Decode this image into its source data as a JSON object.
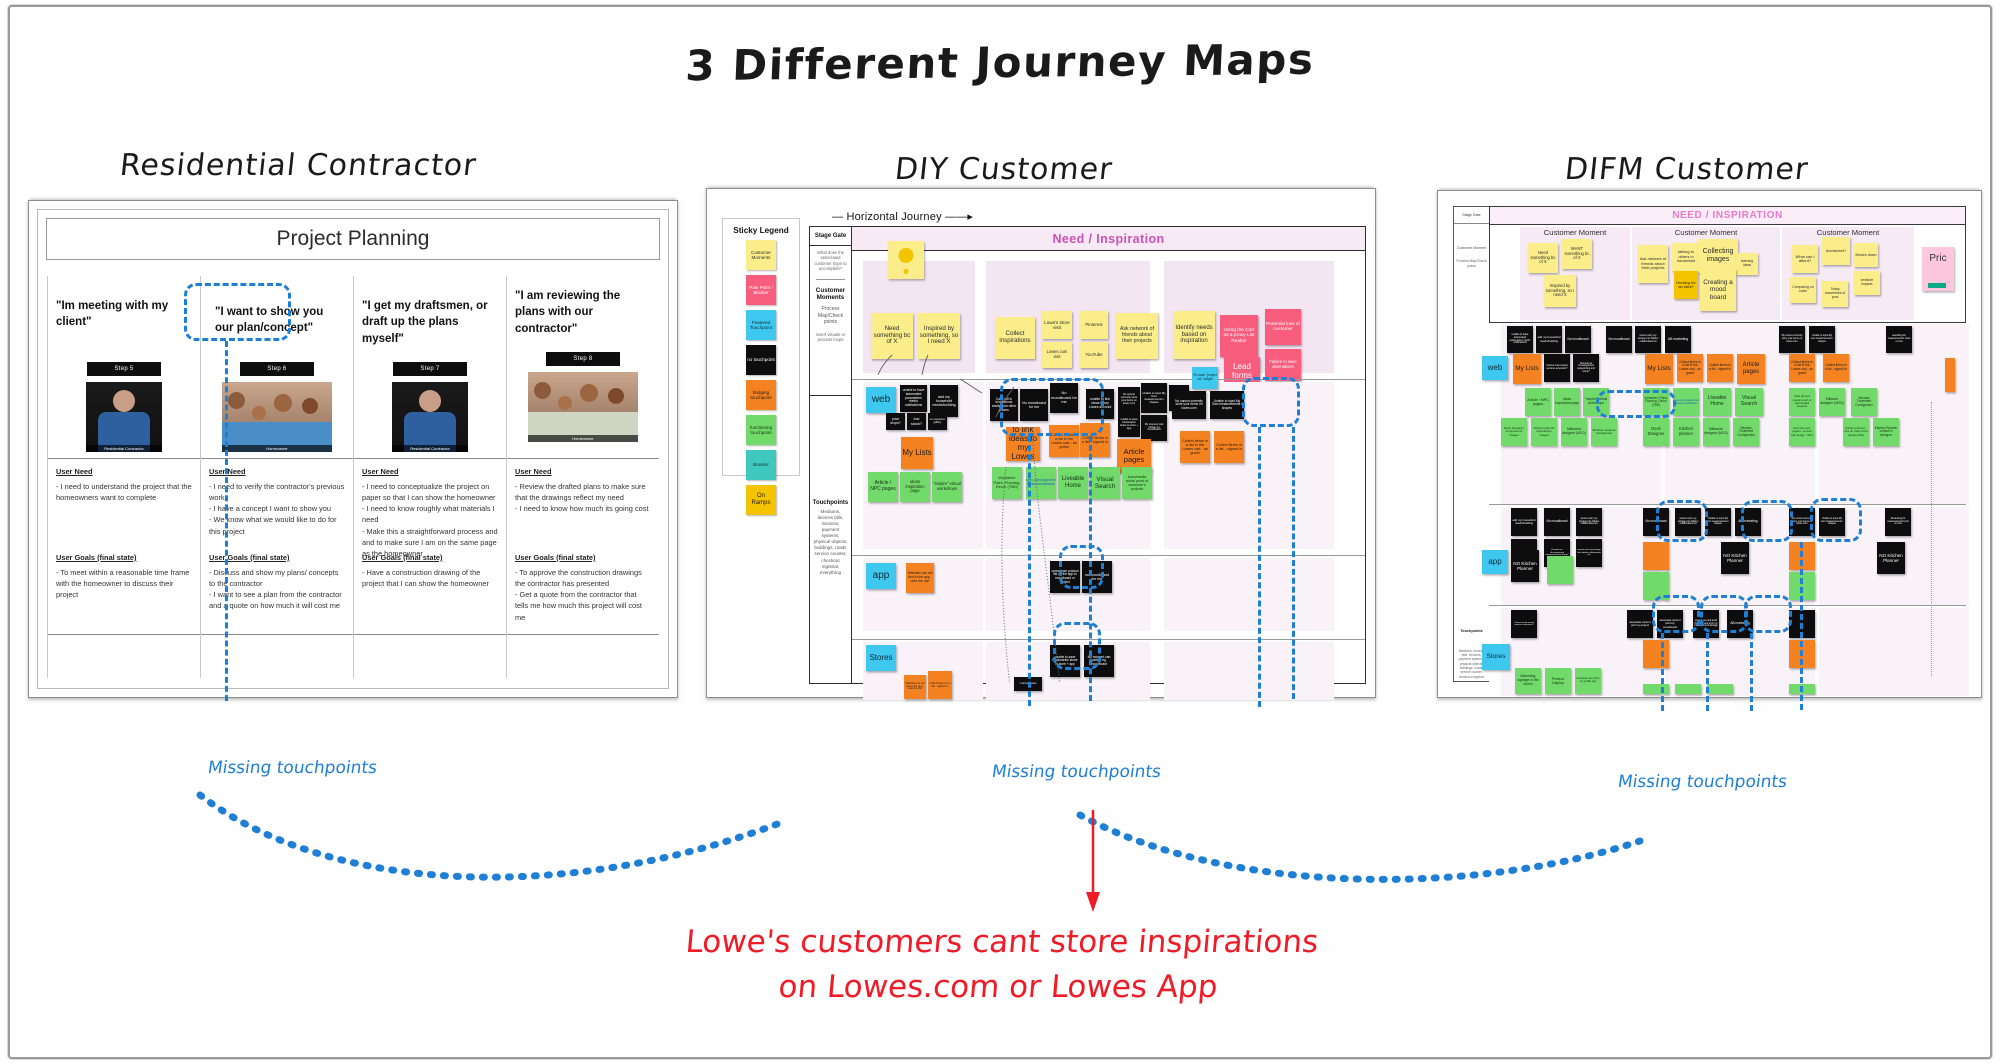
{
  "title": "3 Different Journey Maps",
  "panels": {
    "rc": {
      "title": "Residential Contractor",
      "header": "Project Planning",
      "columns": [
        {
          "quote": "\"Im meeting with my client\"",
          "step": "Step 5",
          "photo_caption": "Residential Contractor",
          "need_label": "User Need",
          "need_text": "- I need to understand the project that the homeowners want to complete",
          "goals_label": "User Goals (final state)",
          "goals_text": "- To meet within a reasonable time frame with the homeowner to discuss their project"
        },
        {
          "quote": "\"I want to show you our plan/concept\"",
          "step": "Step 6",
          "photo_caption": "Homeowner",
          "need_label": "User Need",
          "need_text": "-  I need to verify the contractor's previous work\n- I have a concept I want to show you\n- We know what we would like to do for this project",
          "goals_label": "User Goals (final state)",
          "goals_text": "- Discuss and show my plans/ concepts to the contractor\n- I want to see a plan from the contractor and a quote on how much it will cost me"
        },
        {
          "quote": "\"I get my draftsmen, or draft up the plans myself\"",
          "step": "Step 7",
          "photo_caption": "Residential Contractor",
          "need_label": "User Need",
          "need_text": "- I need to conceptualize the project on paper so that I can show the homeowner\n- I need to know roughly what materials I need\n- Make this a straightforward process and and to make sure I am on the same page as the homeowner",
          "goals_label": "User Goals (final state)",
          "goals_text": " - Have a construction drawing of the project that I can show the homeowner"
        },
        {
          "quote": "\"I am reviewing the plans with our contractor\"",
          "step": "Step 8",
          "photo_caption": "Homeowner",
          "need_label": "User Need",
          "need_text": "- Review the drafted plans to make sure that the drawings reflect my need\n- I need to know how much its going cost",
          "goals_label": "User Goals (final state)",
          "goals_text": " - To approve the construction drawings the contractor has presented\n- Get a quote from the contractor that tells me how much this project will cost me"
        }
      ]
    },
    "diy": {
      "title": "DIY Customer",
      "horizontal_journey": "— Horizontal Journey ——▸",
      "stage_banner": "Need / Inspiration",
      "legend": {
        "title": "Sticky Legend",
        "items": [
          {
            "label": "Customer Moments",
            "color": "#fbee8a",
            "swatch": "s-yellow"
          },
          {
            "label": "Pain Point / Blocker",
            "color": "#f95d7e",
            "swatch": "s-pink"
          },
          {
            "label": "Featured Touchpoint",
            "color": "#3ec8ef",
            "swatch": "s-cyan"
          },
          {
            "label": "no touchpoint",
            "color": "#0d0d0d",
            "swatch": "s-black"
          },
          {
            "label": "bridging touchpoint",
            "color": "#f58221",
            "swatch": "s-orange"
          },
          {
            "label": "functioning touchpoint",
            "color": "#72d96b",
            "swatch": "s-green"
          },
          {
            "label": "Booster",
            "color": "#3fc8bd",
            "swatch": "s-teal"
          },
          {
            "label": "On Ramps",
            "color": "#f5c400",
            "swatch": "s-gold"
          }
        ]
      },
      "stage_gate": {
        "head": "Stage Gate",
        "note": "What does the associated customer hope to accomplish?",
        "strong": "Customer Moments",
        "mid": "Process Map/Check points",
        "small": "insert visuals or process loops",
        "touchpoints_head": "Touchpoints",
        "touchpoints_body": "Mediums, devices bills, invoices, payment systems, physical objects, buildings, roads service counter, checkout registrar, everything"
      },
      "row_labels": [
        {
          "label": "web",
          "color": "#3ec8ef"
        },
        {
          "label": "app",
          "color": "#3ec8ef"
        },
        {
          "label": "Stores",
          "color": "#3ec8ef"
        }
      ],
      "moments": [
        {
          "notes": [
            "Need something bc of X",
            "Inspired by something, so I need X"
          ]
        },
        {
          "notes": [
            "Collect inspirations",
            "Lowe's store visit",
            "Lowes.com visit",
            "Pinterest",
            "YouTube",
            "Ask network of friends about their projects"
          ]
        },
        {
          "notes": [
            "Identify needs based on inspiration",
            "Using the Cart as a proxy List Realtor",
            "Lead forms",
            "Potential loss of customer",
            "Failure to save alternatives"
          ]
        }
      ],
      "stickies": [
        {
          "text": "unable to have automated parameters metric notifications",
          "type": "black"
        },
        {
          "text": "price drops?",
          "type": "black"
        },
        {
          "text": "low stock?",
          "type": "black"
        },
        {
          "text": "no inspiration gallery",
          "type": "black"
        },
        {
          "text": "add my household needs/building",
          "type": "black"
        },
        {
          "text": "My Lists",
          "type": "orange"
        },
        {
          "text": "Article / NPC pages",
          "type": "green"
        },
        {
          "text": "ideas inspiration page",
          "type": "green"
        },
        {
          "text": "\"inspire\" virtual workshops",
          "type": "green"
        },
        {
          "text": "Cant pull in inspirations easily from other places",
          "type": "black"
        },
        {
          "text": "No moodboard for me",
          "type": "black"
        },
        {
          "text": "No moodboard for me",
          "type": "black"
        },
        {
          "text": "Volunteer: Paint, Flooring, Decor (TBD)",
          "type": "green"
        },
        {
          "text": "unable to link ideas to my Lowes account",
          "type": "black"
        },
        {
          "text": "Collect items in a list in the Lowes cart - as guest",
          "type": "orange"
        },
        {
          "text": "Collect items in a list - signed in",
          "type": "orange"
        },
        {
          "text": "https://lowes.com/pages/inspiration-ideas/moodboards",
          "type": "green"
        },
        {
          "text": "Liveable Home",
          "type": "green"
        },
        {
          "text": "Visual Search",
          "type": "green"
        },
        {
          "text": "loom/media social proof of someone's projects",
          "type": "green"
        },
        {
          "text": "Article pages",
          "type": "orange"
        },
        {
          "text": "Re-save \"project list\" widget",
          "type": "cyan"
        },
        {
          "text": "No cannot currently store your items on lowes.com",
          "type": "black"
        },
        {
          "text": "Unable to input My Own measurements / shapes",
          "type": "black"
        },
        {
          "text": "Collect items in a list in the Lowes cart - as guest",
          "type": "orange"
        },
        {
          "text": "Collect items in a list - signed in",
          "type": "orange"
        },
        {
          "text": "app",
          "type": "cyan"
        },
        {
          "text": "Wishlists are not tied to the app - onto the cart",
          "type": "orange"
        },
        {
          "text": "cannot use product file on the app to moodboard or project",
          "type": "black"
        },
        {
          "text": "no moodboard for me",
          "type": "black"
        },
        {
          "text": "unable to save bookmarks/ share in-store + app",
          "type": "black"
        },
        {
          "text": "My moment cart pickup eg moodboard",
          "type": "black"
        },
        {
          "text": "Stores",
          "type": "cyan"
        },
        {
          "text": "I cannot scan",
          "type": "black"
        }
      ]
    },
    "difm": {
      "title": "DIFM Customer",
      "stage_banner": "NEED / INSPIRATION",
      "moment_label": "Customer Moment",
      "stage_gate_label": "Stage Gate",
      "left_labels": {
        "customer": "Customer Moment",
        "process": "Process Map/Check points",
        "touchpoints_head": "Touchpoints",
        "touchpoints_body": "Mediums, devices bills, invoices, payment systems, physical objects, buildings, roads, service counter, checkout registrar"
      },
      "row_labels": [
        {
          "label": "web",
          "color": "#3ec8ef"
        },
        {
          "label": "app",
          "color": "#3ec8ef"
        },
        {
          "label": "Stores",
          "color": "#3ec8ef"
        }
      ],
      "watermarks": [
        "WEB",
        "APP",
        "STORES"
      ],
      "moments": [
        {
          "notes": [
            "Need something bc of X",
            "WANT something bc of X",
            "Inspired by something, so I need X"
          ]
        },
        {
          "notes": [
            "Ask network of friends about their projects",
            "talking to others in household",
            "Collecting images",
            "Hunting for an idea?",
            "Creating a mood board",
            "learning ideas"
          ]
        },
        {
          "notes": [
            "What can I afford?",
            "Unmatched?",
            "Broken down",
            "Comparing on costs",
            "Today sometimes of pros",
            "sensitive impacts"
          ]
        }
      ],
      "price_note": "Pric",
      "stickies": [
        {
          "text": "unable to have automated parameters metric notifications",
          "type": "black"
        },
        {
          "text": "add my household needs/building",
          "type": "black"
        },
        {
          "text": "No moodboard",
          "type": "black"
        },
        {
          "text": "No moodboard",
          "type": "black"
        },
        {
          "text": "cannot carry my storage into hidden collaborative list",
          "type": "black"
        },
        {
          "text": "AB marketing",
          "type": "black"
        },
        {
          "text": "My cannot currently store your items on lowes.com",
          "type": "black"
        },
        {
          "text": "Unable to input My own measurements / shapes",
          "type": "black"
        },
        {
          "text": "searching for measurements/ sizes or cost",
          "type": "black"
        },
        {
          "text": "web",
          "type": "cyan"
        },
        {
          "text": "My Lists",
          "type": "orange"
        },
        {
          "text": "Cannot insert saved services extension?",
          "type": "black"
        },
        {
          "text": "Promote an Uncategorized categorizing and setup?",
          "type": "black"
        },
        {
          "text": "My Lists",
          "type": "orange"
        },
        {
          "text": "Collect items in a list in the Lowes cart - as guest",
          "type": "orange"
        },
        {
          "text": "Collect items in a list - signed in",
          "type": "orange"
        },
        {
          "text": "Article pages",
          "type": "orange"
        },
        {
          "text": "Collect items in a list in the Lowes cart - as guest",
          "type": "orange"
        },
        {
          "text": "Collect items in a list - signed in",
          "type": "orange"
        },
        {
          "text": "Article / NPC pages",
          "type": "green"
        },
        {
          "text": "ideas inspiration page",
          "type": "green"
        },
        {
          "text": "\"inspire\" virtual workshops",
          "type": "green"
        },
        {
          "text": "Volunteer: Paint, Flooring, Decor (TBD)",
          "type": "green"
        },
        {
          "text": "https://lowes.com/pages/inspiration-ideas/moodboards",
          "type": "green"
        },
        {
          "text": "Liveable Home",
          "type": "green"
        },
        {
          "text": "Visual Search",
          "type": "green"
        },
        {
          "text": "Saw photos visual proof or automated projects",
          "type": "green"
        },
        {
          "text": "Millwork designer (M2O)",
          "type": "green"
        },
        {
          "text": "Window Treatment Configurator",
          "type": "green"
        },
        {
          "text": "Deck Designer composite & images",
          "type": "green"
        },
        {
          "text": "Kitchen planner inspirations images",
          "type": "green"
        },
        {
          "text": "Millworks designer (M2O)",
          "type": "green"
        },
        {
          "text": "Window measure Configurator",
          "type": "green"
        },
        {
          "text": "Deck Designer",
          "type": "green"
        },
        {
          "text": "Kitchen planner",
          "type": "green"
        },
        {
          "text": "Millworks designer (M2O)",
          "type": "green"
        },
        {
          "text": "Window Treatment Configurator",
          "type": "green"
        },
        {
          "text": "Dont live your project - a need with design - NPC",
          "type": "green"
        },
        {
          "text": "Kitchen planner - pics on video Can't design (220)",
          "type": "green"
        },
        {
          "text": "Kitchen Planner consult a designer",
          "type": "green"
        },
        {
          "text": "app",
          "type": "cyan"
        },
        {
          "text": "NO Kitchen Planner",
          "type": "black"
        },
        {
          "text": "NO Kitchen Planner",
          "type": "black"
        },
        {
          "text": "NO Kitchen Planner",
          "type": "black"
        },
        {
          "text": "Stores",
          "type": "cyan"
        },
        {
          "text": "Marketing signage in the stores",
          "type": "green"
        },
        {
          "text": "Product Display",
          "type": "green"
        },
        {
          "text": "Associate can show my profile app",
          "type": "green"
        },
        {
          "text": "associate cannot pull my project",
          "type": "black"
        },
        {
          "text": "associate cannot pull any moodboard",
          "type": "black"
        },
        {
          "text": "cannot use and push the word and sync my measurement storage",
          "type": "black"
        },
        {
          "text": "AB marketing",
          "type": "black"
        },
        {
          "text": "Reviewing for measurements/ pins or cost",
          "type": "black"
        }
      ]
    }
  },
  "annotations": {
    "missing_touchpoints": "Missing touchpoints",
    "conclusion_line1": "Lowe's customers cant store inspirations",
    "conclusion_line2": "on Lowes.com or Lowes App",
    "accent_blue": "#1f7fd4",
    "accent_red": "#ef1b26"
  }
}
